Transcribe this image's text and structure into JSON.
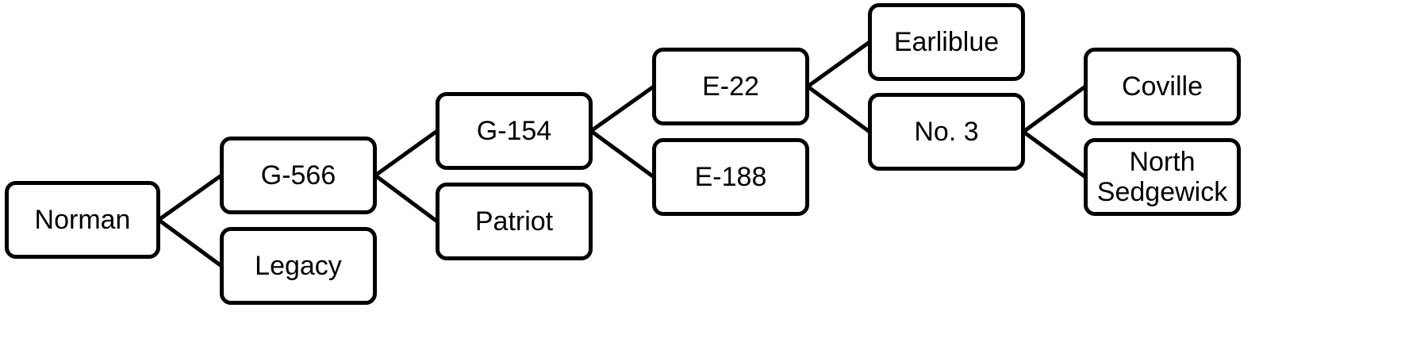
{
  "nodes": {
    "norman": "Norman",
    "g566": "G-566",
    "legacy": "Legacy",
    "g154": "G-154",
    "patriot": "Patriot",
    "e22": "E-22",
    "e188": "E-188",
    "earliblue": "Earliblue",
    "no3": "No. 3",
    "coville": "Coville",
    "north_sedgewick": [
      "North",
      "Sedgewick"
    ]
  },
  "edges": [
    [
      "norman",
      "g566"
    ],
    [
      "norman",
      "legacy"
    ],
    [
      "g566",
      "g154"
    ],
    [
      "g566",
      "patriot"
    ],
    [
      "g154",
      "e22"
    ],
    [
      "g154",
      "e188"
    ],
    [
      "e22",
      "earliblue"
    ],
    [
      "e22",
      "no3"
    ],
    [
      "no3",
      "coville"
    ],
    [
      "no3",
      "north_sedgewick"
    ]
  ],
  "colors": {
    "stroke": "#000000",
    "box_fill": "#ffffff",
    "text": "#000000"
  }
}
